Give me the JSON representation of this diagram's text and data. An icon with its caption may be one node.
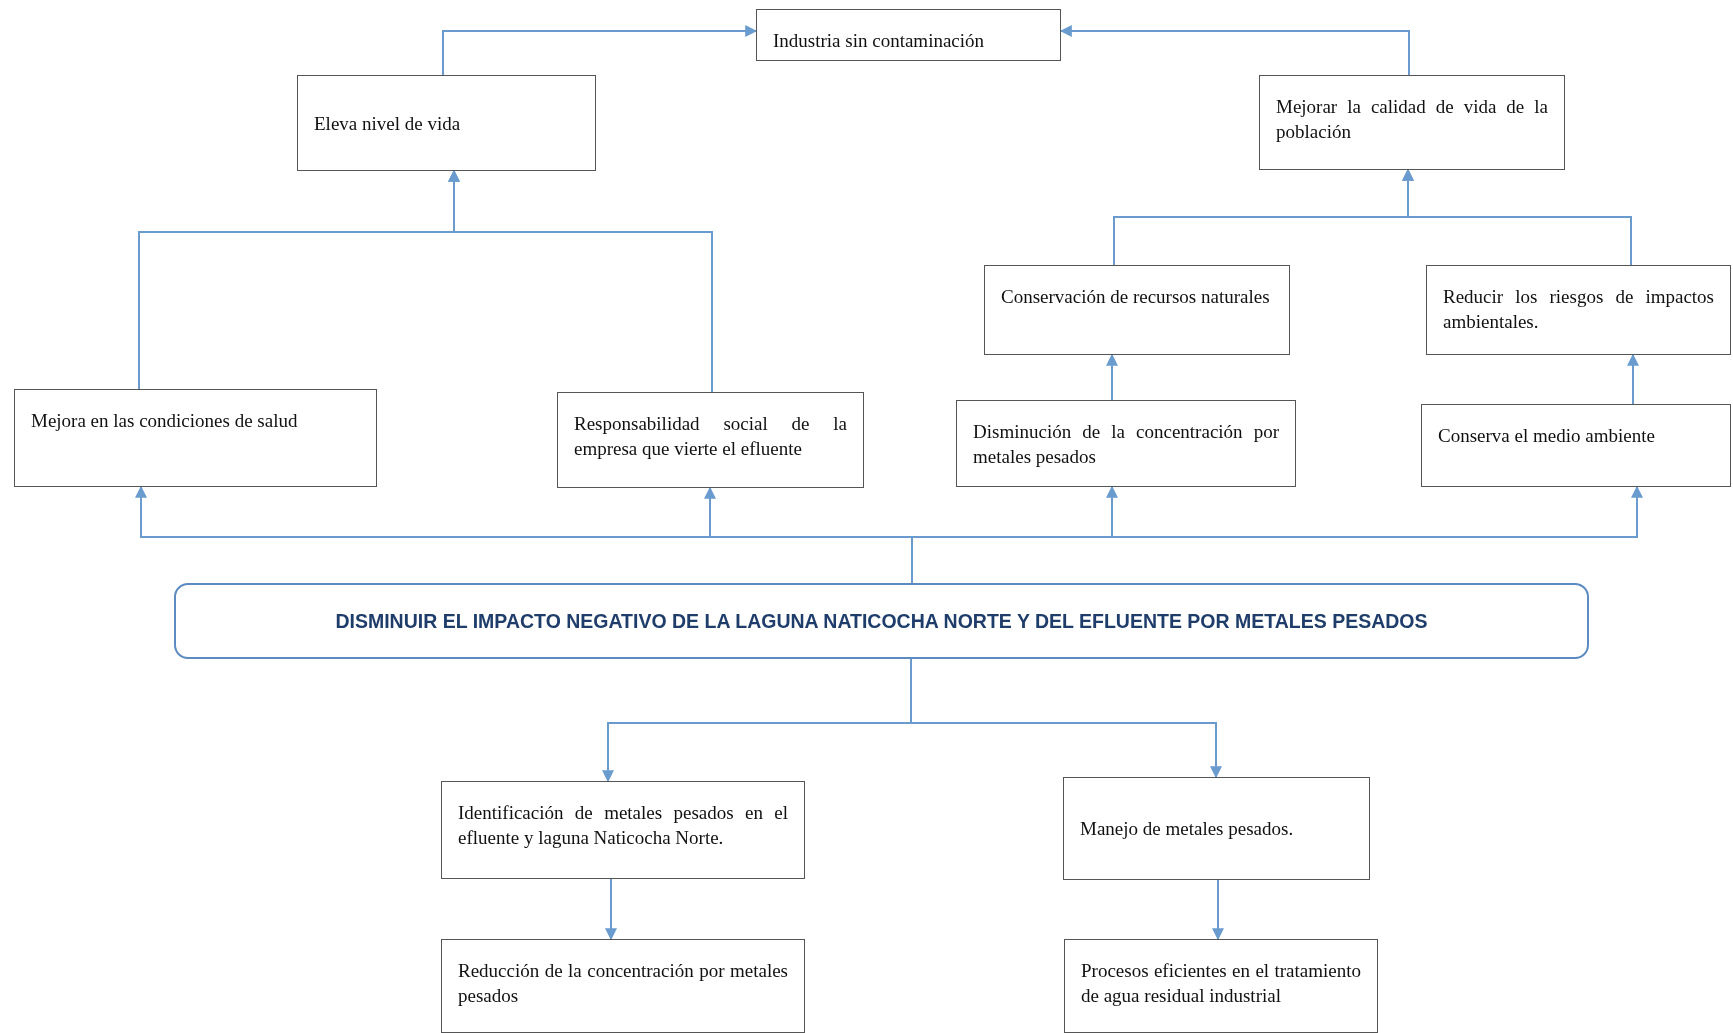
{
  "diagram": {
    "nodes": [
      {
        "text": [
          "Industria sin contaminación"
        ]
      },
      {
        "text": [
          "Eleva nivel de vida"
        ]
      },
      {
        "text": [
          "Mejorar la calidad de vida de la población"
        ]
      },
      {
        "text": [
          "Conservación de recursos naturales"
        ]
      },
      {
        "text": [
          "Reducir los riesgos de impactos ambientales."
        ]
      },
      {
        "text": [
          "Mejora en las condiciones de salud"
        ]
      },
      {
        "text": [
          "Responsabilidad social de la empresa que vierte el efluente"
        ]
      },
      {
        "text": [
          "Disminución de la concentración por metales pesados"
        ]
      },
      {
        "text": [
          "Conserva el medio ambiente"
        ]
      },
      {
        "text": [
          "DISMINUIR EL IMPACTO NEGATIVO DE LA LAGUNA NATICOCHA NORTE Y DEL EFLUENTE POR METALES PESADOS"
        ]
      },
      {
        "text": [
          "Identificación de metales pesados en el efluente y laguna Naticocha Norte."
        ]
      },
      {
        "text": [
          "Manejo de metales pesados."
        ]
      },
      {
        "text": [
          "Reducción de la concentración por metales pesados"
        ]
      },
      {
        "text": [
          "Procesos eficientes en el tratamiento de agua residual industrial"
        ]
      }
    ],
    "edges": [
      {
        "from": 1,
        "to": 0,
        "arrow": "to"
      },
      {
        "from": 2,
        "to": 0,
        "arrow": "to"
      },
      {
        "from": 5,
        "to": 1,
        "arrow": "to"
      },
      {
        "from": 6,
        "to": 1,
        "arrow": "to"
      },
      {
        "from": 3,
        "to": 2,
        "arrow": "to"
      },
      {
        "from": 4,
        "to": 2,
        "arrow": "to"
      },
      {
        "from": 7,
        "to": 3,
        "arrow": "to"
      },
      {
        "from": 8,
        "to": 4,
        "arrow": "to"
      },
      {
        "from": 9,
        "to": 5,
        "arrow": "to"
      },
      {
        "from": 9,
        "to": 6,
        "arrow": "to"
      },
      {
        "from": 9,
        "to": 7,
        "arrow": "to"
      },
      {
        "from": 9,
        "to": 8,
        "arrow": "to"
      },
      {
        "from": 9,
        "to": 10,
        "arrow": "to"
      },
      {
        "from": 9,
        "to": 11,
        "arrow": "to"
      },
      {
        "from": 10,
        "to": 12,
        "arrow": "to"
      },
      {
        "from": 11,
        "to": 13,
        "arrow": "to"
      }
    ]
  }
}
